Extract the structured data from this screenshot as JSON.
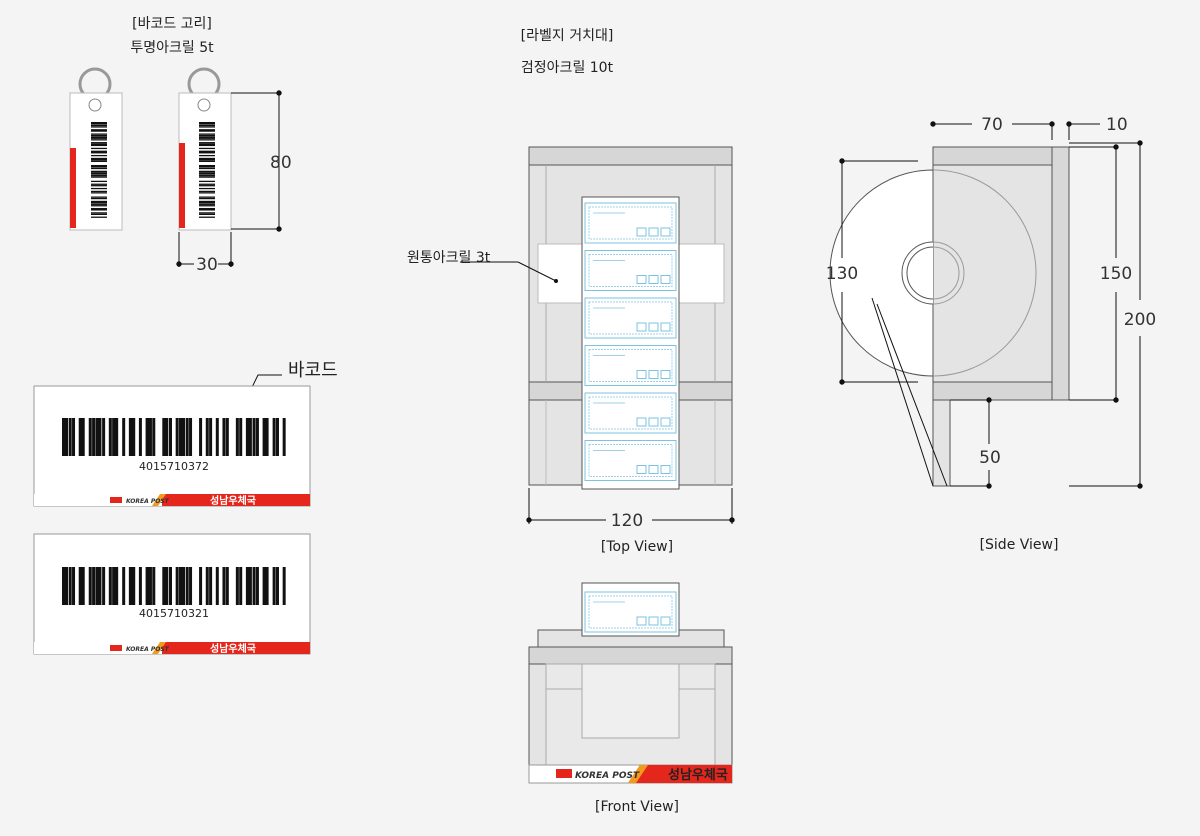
{
  "keychain": {
    "title": "[바코드 고리]",
    "material": "투명아크릴 5t",
    "dim_height": "80",
    "dim_width": "30"
  },
  "stand": {
    "title": "[라벨지 거치대]",
    "material": "검정아크릴 10t",
    "roll_material": "원통아크릴 3t"
  },
  "barcode_callout": "바코드",
  "labels": [
    {
      "number": "4015710372",
      "office": "성남우체국"
    },
    {
      "number": "4015710321",
      "office": "성남우체국"
    }
  ],
  "brand": {
    "logo_text": "KOREA POST",
    "office": "성남우체국"
  },
  "top_view": {
    "label": "[Top View]",
    "dim_width": "120"
  },
  "side_view": {
    "label": "[Side View]",
    "dim_depth": "70",
    "dim_thickness": "10",
    "dim_roll": "130",
    "dim_wall": "150",
    "dim_total": "200",
    "dim_leg": "50"
  },
  "front_view": {
    "label": "[Front View]"
  },
  "colors": {
    "accent": "#e5261c",
    "accent_light": "#f29a1b",
    "label_line": "#7cc3e0",
    "panel": "#e2e2e2",
    "panel_dark": "#d3d3d3"
  }
}
